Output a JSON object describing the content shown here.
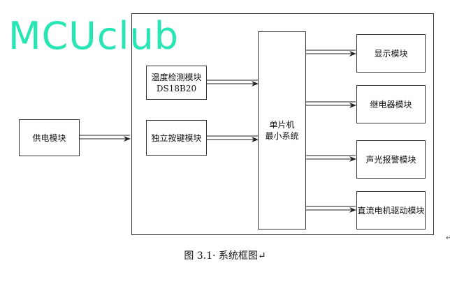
{
  "watermark": "MCUclub",
  "blocks": {
    "power": "供电模块",
    "temp_line1": "温度检测模块",
    "temp_line2": "DS18B20",
    "keys": "独立按键模块",
    "mcu_line1": "单片机",
    "mcu_line2": "最小系统",
    "display": "显示模块",
    "relay": "继电器模块",
    "alarm": "声光报警模块",
    "motor": "直流电机驱动模块"
  },
  "caption": "图 3.1· 系统框图↵",
  "return_mark": "↵"
}
